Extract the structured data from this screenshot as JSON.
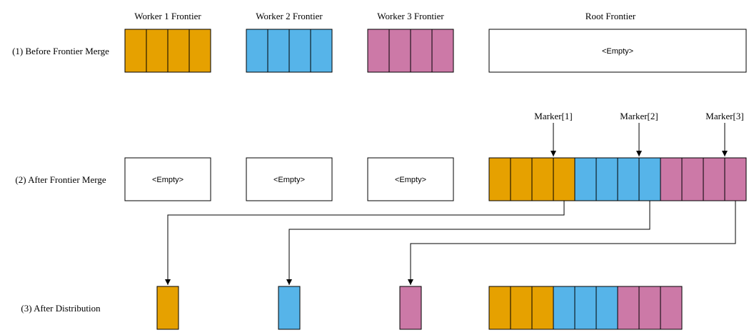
{
  "colors": {
    "worker1": "#e6a100",
    "worker2": "#56b4e9",
    "worker3": "#cc79a7",
    "border": "#000000",
    "empty_fill": "#ffffff"
  },
  "headers": {
    "worker1": "Worker 1 Frontier",
    "worker2": "Worker 2 Frontier",
    "worker3": "Worker 3 Frontier",
    "root": "Root Frontier"
  },
  "rows": {
    "before_merge": "(1) Before Frontier Merge",
    "after_merge": "(2) After Frontier Merge",
    "after_distribution": "(3) After Distribution"
  },
  "empty_label": "<Empty>",
  "markers": [
    "Marker[1]",
    "Marker[2]",
    "Marker[3]"
  ],
  "stages": {
    "before_merge": {
      "workers": [
        {
          "color_key": "worker1",
          "cells": 4
        },
        {
          "color_key": "worker2",
          "cells": 4
        },
        {
          "color_key": "worker3",
          "cells": 4
        }
      ],
      "root": []
    },
    "after_merge": {
      "workers": [
        {
          "color_key": "worker1",
          "cells": 0
        },
        {
          "color_key": "worker2",
          "cells": 0
        },
        {
          "color_key": "worker3",
          "cells": 0
        }
      ],
      "root": [
        {
          "color_key": "worker1",
          "cells": 4
        },
        {
          "color_key": "worker2",
          "cells": 4
        },
        {
          "color_key": "worker3",
          "cells": 4
        }
      ]
    },
    "after_distribution": {
      "workers": [
        {
          "color_key": "worker1",
          "cells": 1
        },
        {
          "color_key": "worker2",
          "cells": 1
        },
        {
          "color_key": "worker3",
          "cells": 1
        }
      ],
      "root": [
        {
          "color_key": "worker1",
          "cells": 3
        },
        {
          "color_key": "worker2",
          "cells": 3
        },
        {
          "color_key": "worker3",
          "cells": 3
        }
      ]
    }
  }
}
